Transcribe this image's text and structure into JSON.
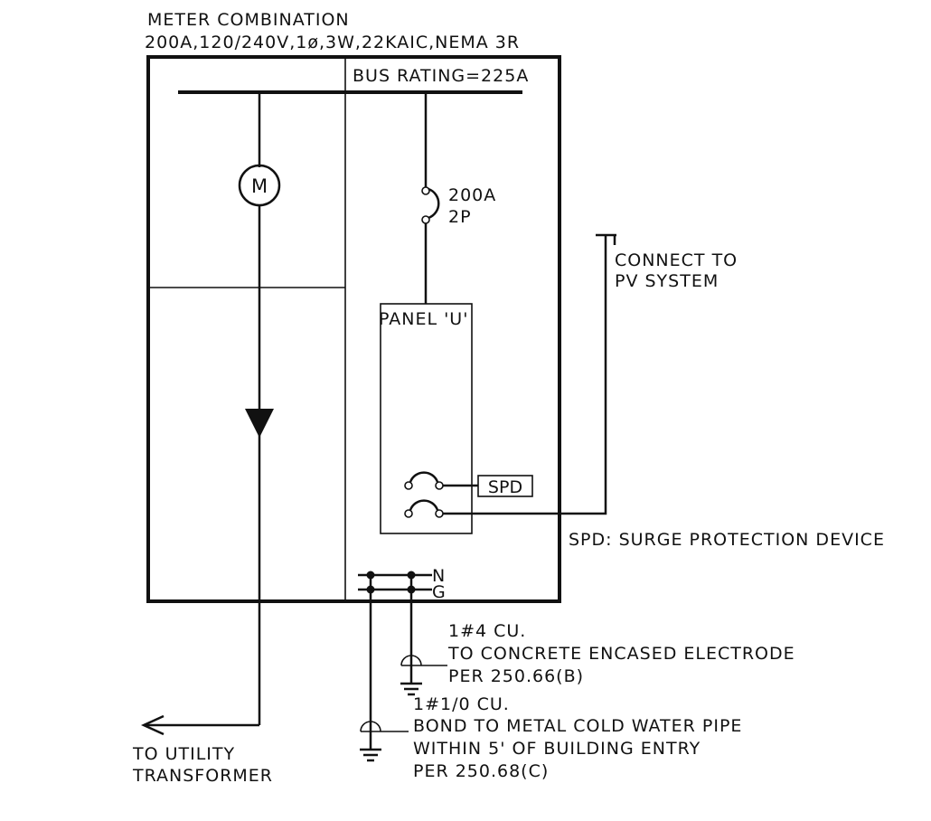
{
  "title": {
    "line1": "METER COMBINATION",
    "line2": "200A,120/240V,1ø,3W,22KAIC,NEMA 3R"
  },
  "bus": {
    "rating": "BUS RATING=225A"
  },
  "meter": {
    "symbol": "M"
  },
  "main_breaker": {
    "amps": "200A",
    "poles": "2P"
  },
  "panel": {
    "name": "PANEL 'U'"
  },
  "spd": {
    "label": "SPD",
    "legend": "SPD: SURGE PROTECTION DEVICE"
  },
  "pv": {
    "line1": "CONNECT TO",
    "line2": "PV SYSTEM"
  },
  "neutral_ground": {
    "neutral": "N",
    "ground": "G"
  },
  "electrode_1": {
    "line1": "1#4 CU.",
    "line2": "TO CONCRETE ENCASED ELECTRODE",
    "line3": "PER 250.66(B)"
  },
  "electrode_2": {
    "line1": "1#1/0 CU.",
    "line2": "BOND TO METAL COLD WATER PIPE",
    "line3": "WITHIN 5' OF BUILDING ENTRY",
    "line4": "PER 250.68(C)"
  },
  "utility": {
    "line1": "TO UTILITY",
    "line2": "TRANSFORMER"
  }
}
